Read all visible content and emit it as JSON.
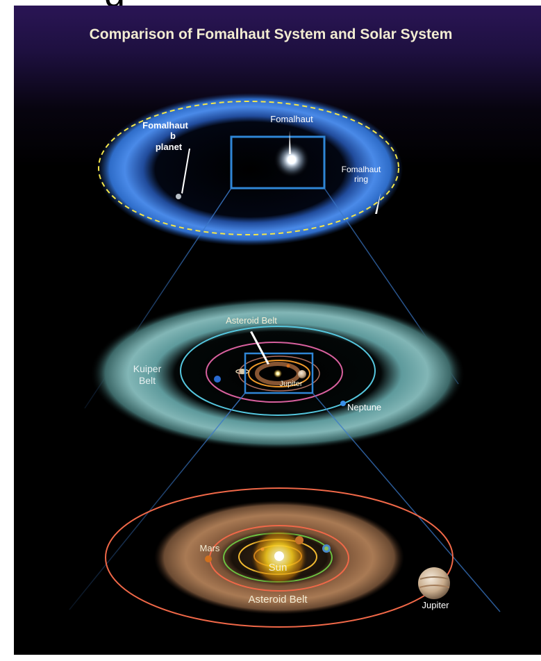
{
  "title": "Comparison of Fomalhaut System and Solar System",
  "fomalhaut": {
    "star_label": "Fomalhaut",
    "planet_label_lines": [
      "Fomalhaut",
      "b",
      "planet"
    ],
    "ring_label_lines": [
      "Fomalhaut",
      "ring"
    ]
  },
  "solar_system": {
    "asteroid_belt_label": "Asteroid Belt",
    "kuiper_belt_label_lines": [
      "Kuiper",
      "Belt"
    ],
    "jupiter_label": "Jupiter",
    "neptune_label": "Neptune"
  },
  "inner_system": {
    "mars_label": "Mars",
    "sun_label": "Sun",
    "asteroid_belt_label": "Asteroid Belt",
    "jupiter_label": "Jupiter"
  },
  "colors": {
    "background": "#000000",
    "title_text": "#f2ecd2",
    "fomalhaut_ring": "#3f7fe0",
    "kuiper_belt": "#6fa6a8",
    "orbit_cyan": "#55c6de",
    "orbit_pink": "#d8609e",
    "orbit_red": "#f06848",
    "orbit_orange": "#f09a2a",
    "asteroid_belt": "#9a6a48",
    "zoom_box": "#2f86d6"
  },
  "icons": {
    "fomalhaut_star": "glowing-white-star",
    "sun": "glowing-yellow-sun",
    "planets": [
      "mars",
      "earth",
      "venus",
      "jupiter",
      "saturn",
      "uranus",
      "neptune"
    ]
  }
}
